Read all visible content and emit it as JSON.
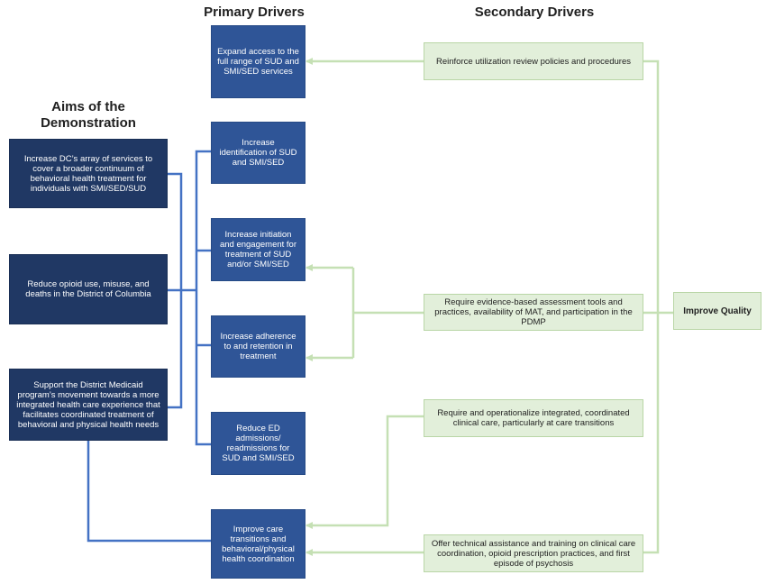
{
  "headings": {
    "primary": "Primary Drivers",
    "secondary": "Secondary Drivers",
    "aims": "Aims of the Demonstration"
  },
  "aims": [
    "Increase DC’s array of services to cover a broader continuum of behavioral health treatment for individuals with SMI/SED/SUD",
    "Reduce opioid use, misuse, and deaths in the District of Columbia",
    "Support the District Medicaid program’s movement towards a more integrated health care experience that facilitates coordinated treatment of behavioral and physical health needs"
  ],
  "primary_drivers": [
    "Expand access to the full range of SUD and SMI/SED services",
    "Increase identification of SUD and SMI/SED",
    "Increase initiation and engagement for treatment of SUD and/or SMI/SED",
    "Increase adherence to and retention in treatment",
    "Reduce ED admissions/ readmissions for SUD and SMI/SED",
    "Improve care transitions and behavioral/physical health coordination"
  ],
  "secondary_drivers": [
    "Reinforce utilization review policies and procedures",
    "Require evidence-based assessment tools and practices, availability of MAT, and participation in the PDMP",
    "Require and operationalize integrated, coordinated clinical care, particularly at care transitions",
    "Offer technical assistance and training on clinical care coordination, opioid prescription practices, and first episode of psychosis"
  ],
  "quality": "Improve Quality",
  "colors": {
    "aim_fill": "#203864",
    "primary_fill": "#2f5597",
    "secondary_fill": "#e2efda",
    "blue_line": "#4472c4",
    "green_line": "#c5e0b4"
  }
}
